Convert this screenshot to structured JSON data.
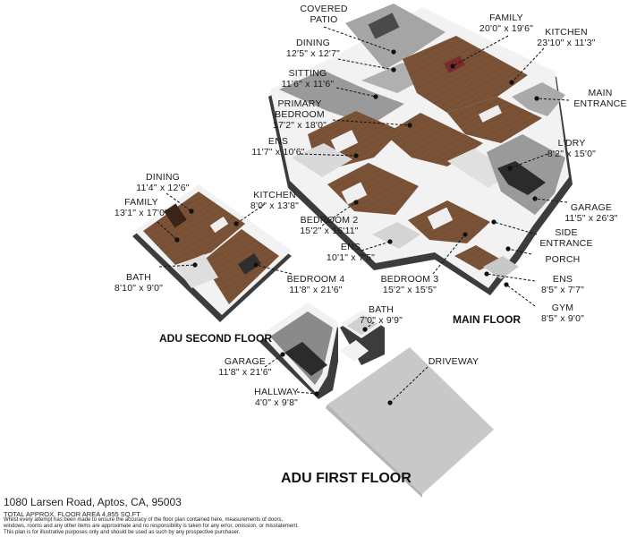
{
  "rooms": [
    {
      "name": "COVERED",
      "name2": "PATIO",
      "dims": ""
    },
    {
      "name": "DINING",
      "dims": "12'5\" x 12'7\""
    },
    {
      "name": "SITTING",
      "dims": "11'6\" x 11'6\""
    },
    {
      "name": "PRIMARY",
      "name2": "BEDROOM",
      "dims": "17'2\" x 18'0\""
    },
    {
      "name": "ENS",
      "dims": "11'7\" x 10'6\""
    },
    {
      "name": "FAMILY",
      "dims": "20'0\" x 19'6\""
    },
    {
      "name": "KITCHEN",
      "dims": "23'10\" x 11'3\""
    },
    {
      "name": "MAIN",
      "name2": "ENTRANCE",
      "dims": ""
    },
    {
      "name": "L'DRY",
      "dims": "8'2\" x 15'0\""
    },
    {
      "name": "GARAGE",
      "dims": "11'5\" x 26'3\""
    },
    {
      "name": "SIDE",
      "name2": "ENTRANCE",
      "dims": ""
    },
    {
      "name": "PORCH",
      "dims": ""
    },
    {
      "name": "BEDROOM 2",
      "dims": "15'2\" x 16'11\""
    },
    {
      "name": "ENS",
      "dims": "10'1\" x 7'5\""
    },
    {
      "name": "BEDROOM 3",
      "dims": "15'2\" x 15'5\""
    },
    {
      "name": "ENS",
      "dims": "8'5\" x 7'7\""
    },
    {
      "name": "GYM",
      "dims": "8'5\" x 9'0\""
    },
    {
      "name": "DINING",
      "dims": "11'4\" x 12'6\""
    },
    {
      "name": "FAMILY",
      "dims": "13'1\" x 17'0\""
    },
    {
      "name": "KITCHEN",
      "dims": "8'0\" x 13'8\""
    },
    {
      "name": "BATH",
      "dims": "8'10\" x 9'0\""
    },
    {
      "name": "BEDROOM 4",
      "dims": "11'8\" x 21'6\""
    },
    {
      "name": "BATH",
      "dims": "7'0\" x 9'9\""
    },
    {
      "name": "DRIVEWAY",
      "dims": ""
    },
    {
      "name": "GARAGE",
      "dims": "11'8\" x 21'6\""
    },
    {
      "name": "HALLWAY",
      "dims": "4'0\" x 9'8\""
    }
  ],
  "floors": {
    "main": "MAIN FLOOR",
    "adu_second": "ADU SECOND FLOOR",
    "adu_first": "ADU FIRST FLOOR"
  },
  "footer": {
    "address": "1080 Larsen Road, Aptos, CA, 95003",
    "area": "TOTAL APPROX. FLOOR AREA 4,855 SQ.FT",
    "disclaimer1": "Whilst every attempt has been made to ensure the accuracy of the floor plan contained here, measurements of doors,",
    "disclaimer2": "windows, rooms and any other items are approximate and no responsibility is taken for any error, omission, or misstatement.",
    "disclaimer3": "This plan is for illustrative purposes only and should be used as such by any prospective purchaser."
  },
  "colors": {
    "wood_floor": "#7a5236",
    "wood_floor_dark": "#5e3d27",
    "concrete": "#9c9c9c",
    "concrete_light": "#b8b8b8",
    "wall_top": "#f2f2f2",
    "wall_side": "#3c3c3c",
    "ground_shadow": "#d6d6d6"
  }
}
